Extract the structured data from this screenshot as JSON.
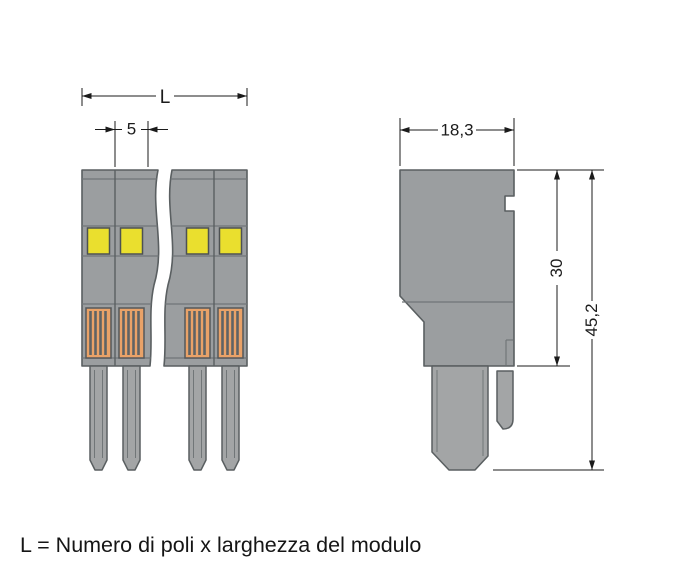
{
  "caption": "L = Numero di poli x larghezza del modulo",
  "front_view": {
    "dim_total_label": "L",
    "dim_pitch_label": "5"
  },
  "side_view": {
    "dim_width_label": "18,3",
    "dim_height_label": "30",
    "dim_total_height_label": "45,2"
  },
  "colors": {
    "body": "#9b9ea0",
    "body-stroke": "#5a5f61",
    "detail": "#717678",
    "lever-yellow": "#eadf2e",
    "contact-orange": "#e9a268",
    "contact-stripe": "#5e6365",
    "pin": "#a3a5a6",
    "dim": "#1b1b1b",
    "text": "#151515"
  }
}
